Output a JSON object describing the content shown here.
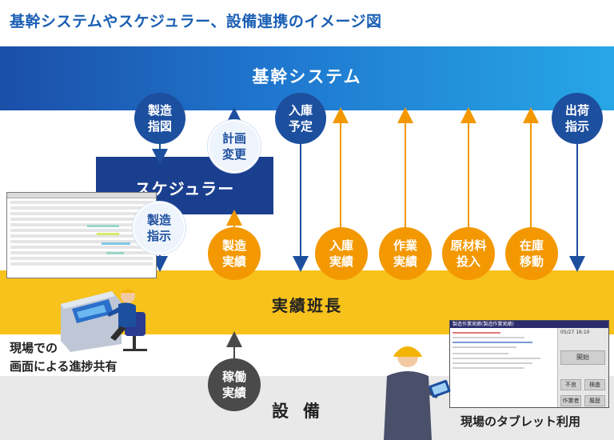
{
  "title": "基幹システムやスケジュラー、設備連携のイメージ図",
  "core_system": "基幹システム",
  "scheduler": "スケジュラー",
  "results_band": "実績班長",
  "equipment": "設備",
  "bubbles": {
    "manufacturing_instruction": [
      "製造",
      "指図"
    ],
    "plan_change": [
      "計画",
      "変更"
    ],
    "receiving_plan": [
      "入庫",
      "予定"
    ],
    "shipping_instruction": [
      "出荷",
      "指示"
    ],
    "manufacturing_direction": [
      "製造",
      "指示"
    ],
    "manufacturing_results": [
      "製造",
      "実績"
    ],
    "receiving_results": [
      "入庫",
      "実績"
    ],
    "work_results": [
      "作業",
      "実績"
    ],
    "material_input": [
      "原材料",
      "投入"
    ],
    "inventory_transfer": [
      "在庫",
      "移動"
    ],
    "operation_results": [
      "稼働",
      "実績"
    ]
  },
  "captions": {
    "left": [
      "現場での",
      "画面による進捗共有"
    ],
    "right": "現場のタブレット利用"
  },
  "tablet": {
    "header": "製造作業実績(製造作業実績)",
    "date": "05/27 16:10",
    "start_button": "開始",
    "buttons": [
      "不良",
      "検査"
    ],
    "footer": [
      "作業者",
      "履歴"
    ]
  },
  "colors": {
    "core_start": "#1b4fa8",
    "core_end": "#27a7e6",
    "scheduler": "#1b3f8f",
    "results": "#f7c21b",
    "orange": "#f39800",
    "navy": "#1d4f9f"
  }
}
